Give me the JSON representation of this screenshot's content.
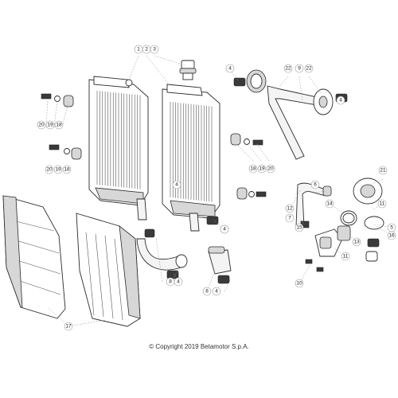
{
  "copyright": "© Copyright 2019 Betamotor S.p.A.",
  "callouts": [
    "1",
    "2",
    "3",
    "4",
    "22",
    "9",
    "22",
    "4",
    "20",
    "19",
    "18",
    "20",
    "19",
    "18",
    "4",
    "18",
    "19",
    "20",
    "6",
    "21",
    "14",
    "11",
    "5",
    "16",
    "12",
    "7",
    "15",
    "13",
    "11",
    "4",
    "10",
    "4",
    "8",
    "4",
    "8",
    "4",
    "17"
  ]
}
